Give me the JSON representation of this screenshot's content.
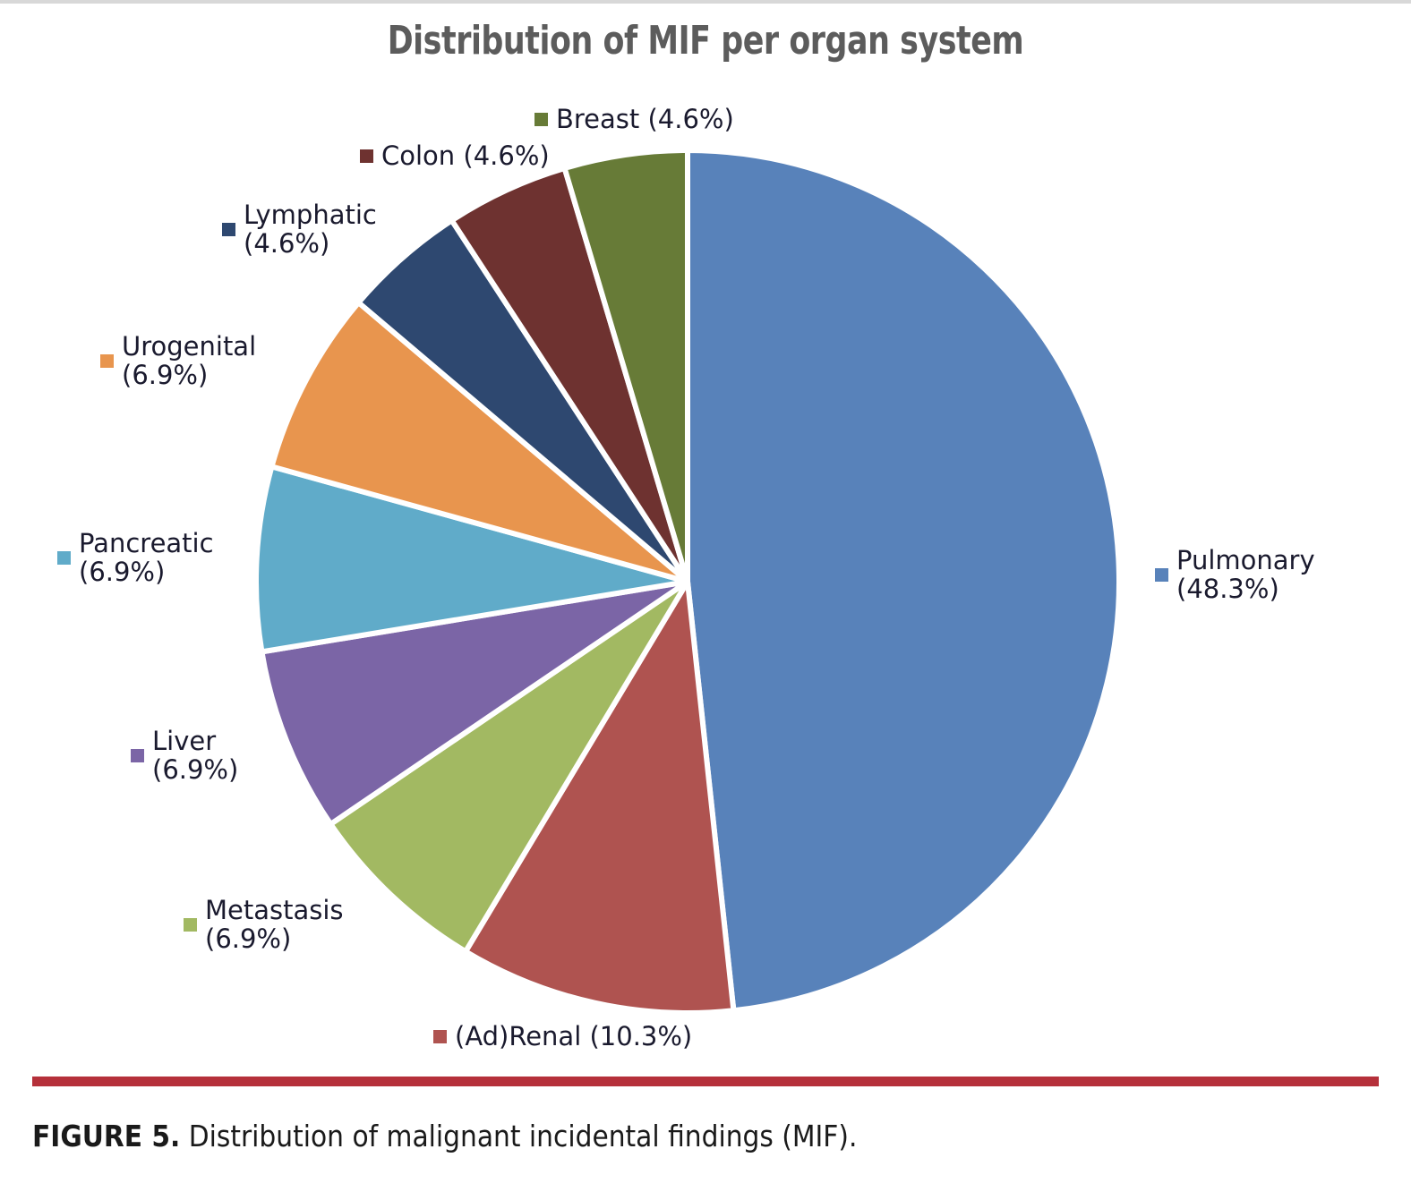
{
  "figure": {
    "title": "Distribution of MIF per organ system",
    "caption_bold": "FIGURE 5.",
    "caption_text": " Distribution of malignant incidental findings (MIF).",
    "rule_color": "#b5303a"
  },
  "chart_data": {
    "type": "pie",
    "title": "Distribution of MIF per organ system",
    "xlabel": "",
    "ylabel": "",
    "legend_position": "outside-labels",
    "grid": false,
    "categories": [
      "Pulmonary",
      "(Ad)Renal",
      "Metastasis",
      "Liver",
      "Pancreatic",
      "Urogenital",
      "Lymphatic",
      "Colon",
      "Breast"
    ],
    "values": [
      48.3,
      10.3,
      6.9,
      6.9,
      6.9,
      6.9,
      4.6,
      4.6,
      4.6
    ],
    "unit": "%",
    "colors": [
      "#5882ba",
      "#af5350",
      "#a2b962",
      "#7b65a6",
      "#60abc9",
      "#e8954e",
      "#2e4870",
      "#6e3230",
      "#677b37"
    ],
    "slices": [
      {
        "label": "Pulmonary",
        "value": 48.3,
        "display": "Pulmonary (48.3%)",
        "color": "#5882ba"
      },
      {
        "label": "(Ad)Renal",
        "value": 10.3,
        "display": "(Ad)Renal (10.3%)",
        "color": "#af5350"
      },
      {
        "label": "Metastasis",
        "value": 6.9,
        "display": "Metastasis\n(6.9%)",
        "color": "#a2b962"
      },
      {
        "label": "Liver",
        "value": 6.9,
        "display": "Liver\n(6.9%)",
        "color": "#7b65a6"
      },
      {
        "label": "Pancreatic",
        "value": 6.9,
        "display": "Pancreatic\n(6.9%)",
        "color": "#60abc9"
      },
      {
        "label": "Urogenital",
        "value": 6.9,
        "display": "Urogenital\n(6.9%)",
        "color": "#e8954e"
      },
      {
        "label": "Lymphatic",
        "value": 4.6,
        "display": "Lymphatic\n(4.6%)",
        "color": "#2e4870"
      },
      {
        "label": "Colon",
        "value": 4.6,
        "display": "Colon (4.6%)",
        "color": "#6e3230"
      },
      {
        "label": "Breast",
        "value": 4.6,
        "display": "Breast (4.6%)",
        "color": "#677b37"
      }
    ]
  },
  "labels": {
    "pulmonary": "Pulmonary (48.3%)",
    "adrenal": "(Ad)Renal (10.3%)",
    "metastasis": "Metastasis\n(6.9%)",
    "liver": "Liver\n(6.9%)",
    "pancreatic": "Pancreatic\n(6.9%)",
    "urogenital": "Urogenital\n(6.9%)",
    "lymphatic": "Lymphatic\n(4.6%)",
    "colon": "Colon (4.6%)",
    "breast": "Breast (4.6%)"
  }
}
